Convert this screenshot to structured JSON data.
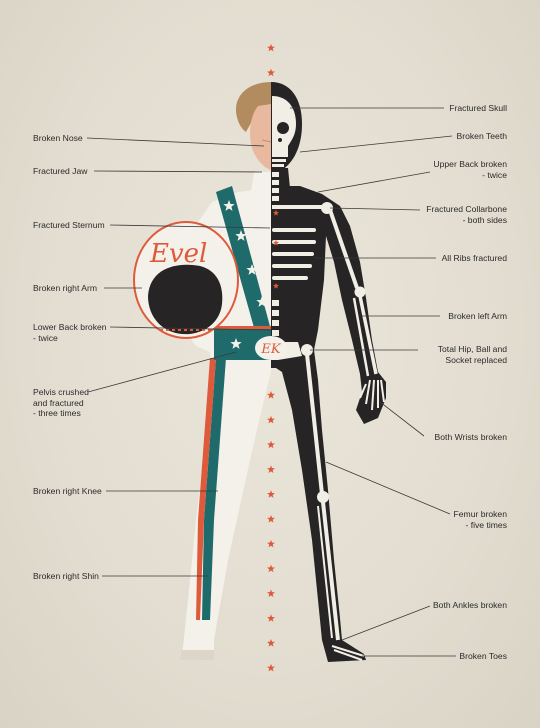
{
  "colors": {
    "background": "#e4dfd3",
    "suit": "#f4f1ea",
    "skeleton_body": "#262424",
    "bone": "#f1eee6",
    "teal": "#1f6b6b",
    "orange": "#de5a3a",
    "skin": "#e8b99e",
    "hair": "#b28c5e"
  },
  "icons": [
    "star-icon",
    "helmet-icon",
    "belt-buckle-icon"
  ],
  "helmet_text": "Evel",
  "buckle_text": "EK",
  "labels_left": [
    {
      "id": "broken-nose",
      "text": "Broken Nose"
    },
    {
      "id": "fractured-jaw",
      "text": "Fractured Jaw"
    },
    {
      "id": "fractured-sternum",
      "text": "Fractured Sternum"
    },
    {
      "id": "broken-right-arm",
      "text": "Broken right Arm"
    },
    {
      "id": "lower-back-broken",
      "text": "Lower Back broken\n- twice"
    },
    {
      "id": "pelvis-crushed",
      "text": "Pelvis crushed\nand fractured\n- three times"
    },
    {
      "id": "broken-right-knee",
      "text": "Broken right Knee"
    },
    {
      "id": "broken-right-shin",
      "text": "Broken right Shin"
    }
  ],
  "labels_right": [
    {
      "id": "fractured-skull",
      "text": "Fractured Skull"
    },
    {
      "id": "broken-teeth",
      "text": "Broken Teeth"
    },
    {
      "id": "upper-back-broken",
      "text": "Upper Back broken\n- twice"
    },
    {
      "id": "fractured-collarbone",
      "text": "Fractured Collarbone\n- both sides"
    },
    {
      "id": "all-ribs-fractured",
      "text": "All Ribs fractured"
    },
    {
      "id": "broken-left-arm",
      "text": "Broken left Arm"
    },
    {
      "id": "total-hip",
      "text": "Total Hip, Ball and\nSocket replaced"
    },
    {
      "id": "both-wrists-broken",
      "text": "Both Wrists broken"
    },
    {
      "id": "femur-broken",
      "text": "Femur broken\n- five times"
    },
    {
      "id": "both-ankles-broken",
      "text": "Both Ankles broken"
    },
    {
      "id": "broken-toes",
      "text": "Broken Toes"
    }
  ]
}
